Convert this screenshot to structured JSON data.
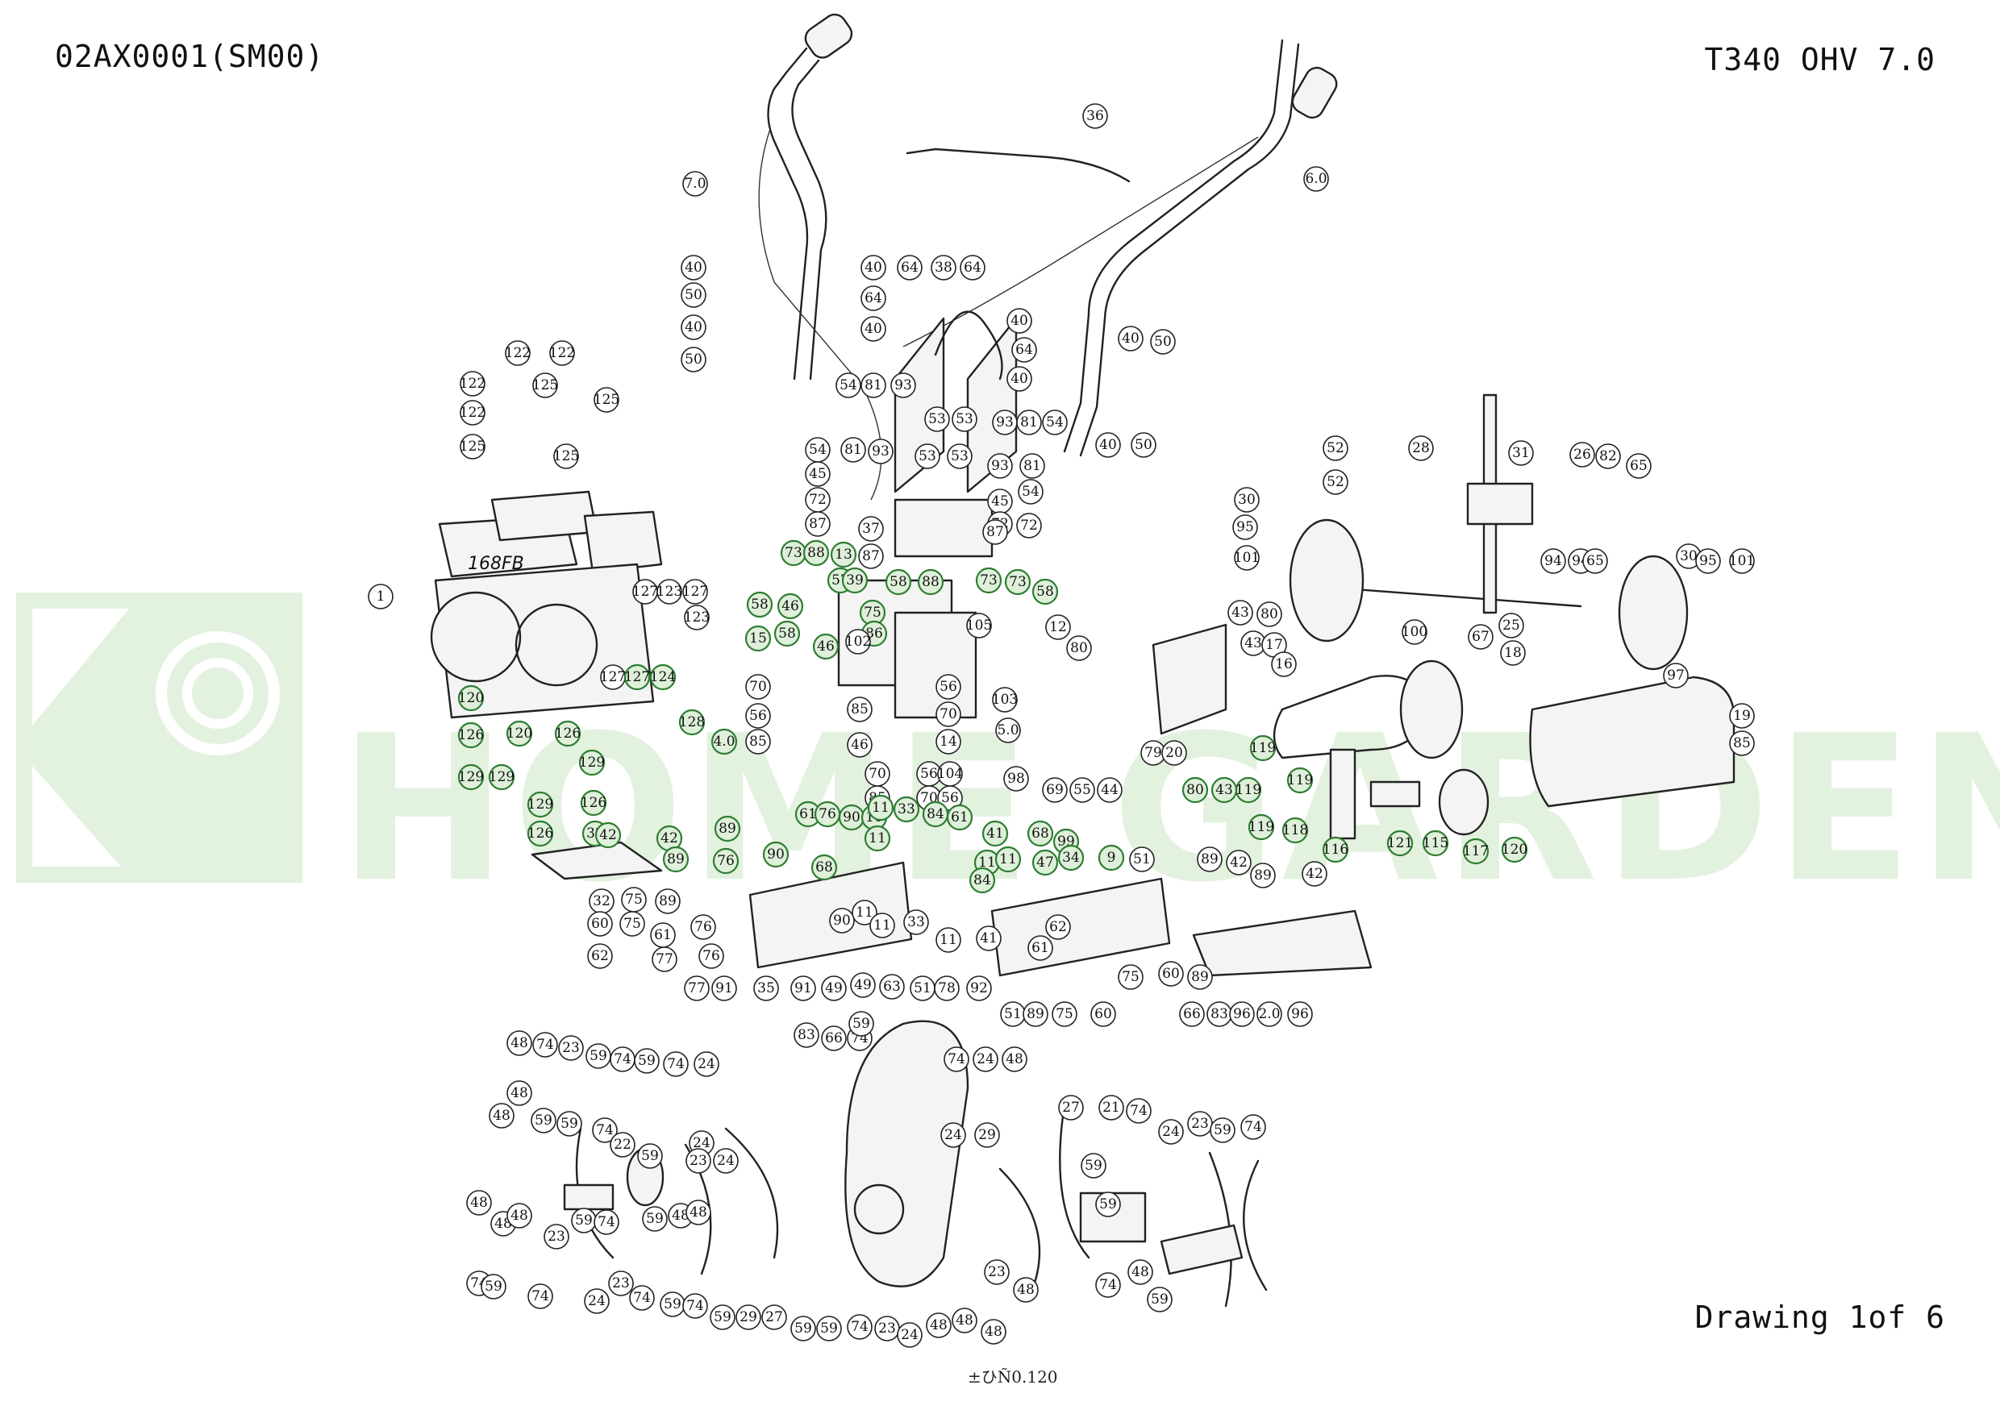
{
  "header": {
    "code": "02AX0001(SM00)",
    "model": "T340 OHV 7.0"
  },
  "footer": {
    "drawing": "Drawing 1of 6",
    "serial": "±ひÑ0.120"
  },
  "engine_label": "168FB",
  "watermark": {
    "color": "#e3f1df"
  },
  "colors": {
    "outline": "#222222",
    "highlight_fill": "#dff0da",
    "highlight_stroke": "#2e7d32"
  },
  "callouts": [
    "1",
    "7.0",
    "6.0",
    "36",
    "40",
    "50",
    "40",
    "50",
    "122",
    "122",
    "125",
    "125",
    "122",
    "122",
    "125",
    "125",
    "40",
    "64",
    "38",
    "64",
    "64",
    "40",
    "40",
    "64",
    "40",
    "54",
    "81",
    "93",
    "53",
    "53",
    "93",
    "81",
    "54",
    "54",
    "81",
    "93",
    "53",
    "53",
    "93",
    "81",
    "45",
    "72",
    "45",
    "54",
    "72",
    "87",
    "37",
    "87",
    "87",
    "72",
    "40",
    "50",
    "40",
    "50",
    "52",
    "28",
    "31",
    "26",
    "82",
    "65",
    "52",
    "94",
    "94",
    "65",
    "30",
    "95",
    "101",
    "30",
    "95",
    "101",
    "25",
    "127",
    "123",
    "127",
    "123",
    "127",
    "127",
    "124",
    "128",
    "4.0",
    "73",
    "88",
    "13",
    "57",
    "39",
    "58",
    "88",
    "73",
    "73",
    "58",
    "58",
    "46",
    "75",
    "86",
    "15",
    "58",
    "46",
    "102",
    "105",
    "12",
    "80",
    "43",
    "80",
    "43",
    "17",
    "16",
    "100",
    "67",
    "18",
    "97",
    "19",
    "85",
    "70",
    "56",
    "85",
    "56",
    "70",
    "14",
    "46",
    "85",
    "70",
    "85",
    "56",
    "70",
    "56",
    "104",
    "103",
    "5.0",
    "98",
    "69",
    "55",
    "44",
    "79",
    "20",
    "80",
    "43",
    "119",
    "119",
    "119",
    "119",
    "118",
    "116",
    "121",
    "115",
    "117",
    "120",
    "120",
    "120",
    "126",
    "126",
    "129",
    "129",
    "129",
    "129",
    "126",
    "126",
    "32",
    "42",
    "42",
    "89",
    "89",
    "76",
    "61",
    "76",
    "90",
    "10",
    "11",
    "11",
    "33",
    "84",
    "61",
    "90",
    "68",
    "41",
    "11",
    "84",
    "11",
    "68",
    "47",
    "99",
    "34",
    "9",
    "51",
    "89",
    "42",
    "89",
    "42",
    "32",
    "75",
    "89",
    "60",
    "75",
    "76",
    "61",
    "76",
    "90",
    "11",
    "11",
    "41",
    "33",
    "11",
    "61",
    "62",
    "62",
    "77",
    "77",
    "91",
    "35",
    "91",
    "49",
    "49",
    "63",
    "51",
    "78",
    "92",
    "51",
    "89",
    "75",
    "60",
    "75",
    "60",
    "89",
    "66",
    "83",
    "96",
    "2.0",
    "96",
    "83",
    "66",
    "74",
    "59",
    "74",
    "24",
    "48",
    "48",
    "74",
    "23",
    "59",
    "74",
    "59",
    "74",
    "24",
    "48",
    "48",
    "59",
    "59",
    "74",
    "22",
    "59",
    "48",
    "48",
    "48",
    "23",
    "59",
    "74",
    "59",
    "48",
    "48",
    "24",
    "23",
    "24",
    "74",
    "59",
    "74",
    "24",
    "23",
    "74",
    "59",
    "74",
    "59",
    "29",
    "27",
    "59",
    "59",
    "74",
    "23",
    "24",
    "48",
    "48",
    "48",
    "48",
    "23",
    "24",
    "29",
    "27",
    "21",
    "74",
    "59",
    "59",
    "48",
    "74",
    "59",
    "24",
    "23",
    "59",
    "74"
  ]
}
